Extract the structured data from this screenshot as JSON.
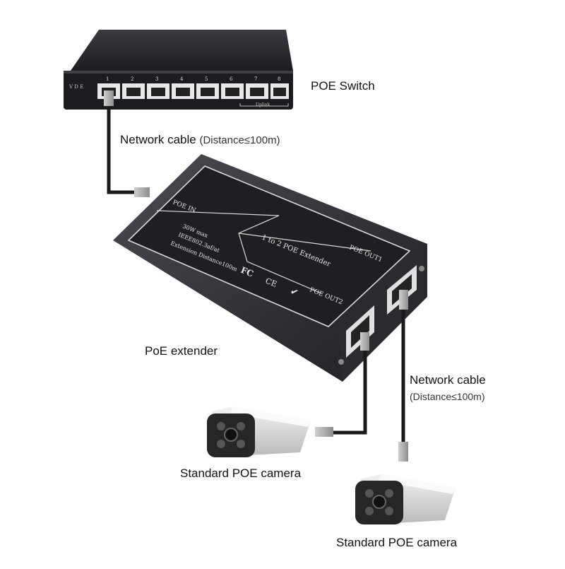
{
  "labels": {
    "poe_switch": "POE Switch",
    "network_cable_1": "Network cable",
    "distance_1": "(Distance≤100m)",
    "poe_extender": "PoE extender",
    "network_cable_2": "Network cable",
    "distance_2": "(Distance≤100m)",
    "camera_1": "Standard POE camera",
    "camera_2": "Standard POE camera"
  },
  "switch": {
    "status_marks": "V D E",
    "port_numbers": [
      "1",
      "2",
      "3",
      "4",
      "5",
      "6",
      "7",
      "8"
    ],
    "uplink_label": "Uplink"
  },
  "extender": {
    "poe_in": "POE IN",
    "spec_power": "30W max",
    "spec_standard": "IEEE802.3af/at",
    "spec_distance": "Extension Distance100m",
    "product_name": "1 to 2 POE Extender",
    "poe_out1": "POE OUT1",
    "poe_out2": "POE OUT2",
    "fcc_mark": "FC",
    "ce_mark": "CE",
    "check_mark": "✔"
  },
  "colors": {
    "device_body": "#2b2d31",
    "device_panel": "#1f2024",
    "cable": "#1a1a1a",
    "camera_body": "#e4e4e4",
    "camera_face": "#2a2a2a"
  }
}
